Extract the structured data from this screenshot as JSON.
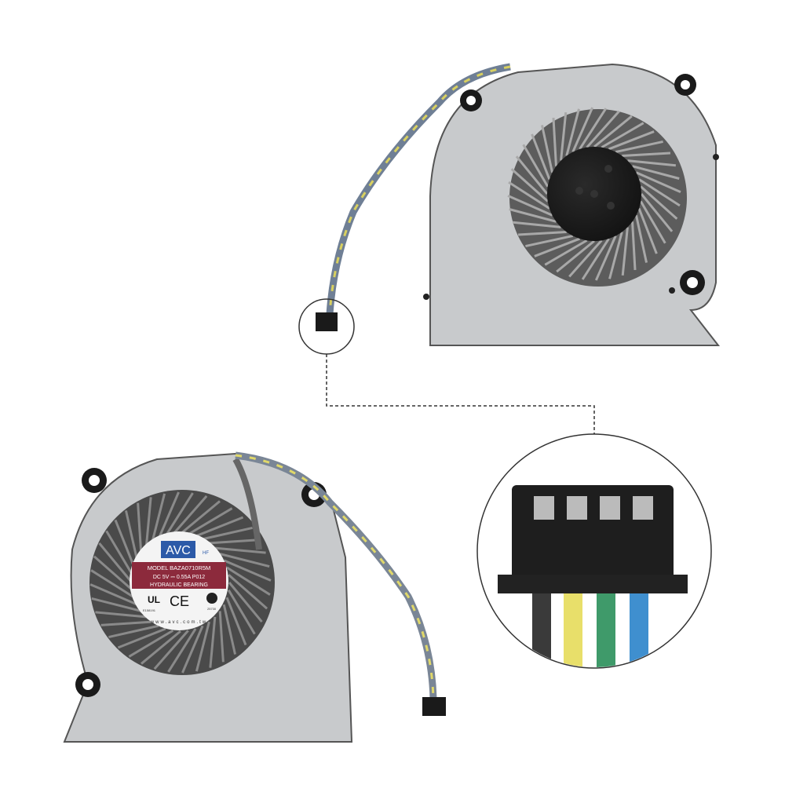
{
  "label": {
    "brand": "AVC",
    "hf_mark": "HF",
    "model": "MODEL  BAZA0710R5M",
    "rating": "DC 5V   ⎓  0.55A    P012",
    "bearing": "HYDRAULIC   BEARING",
    "ul_file": "E158191",
    "cert_no": "25730",
    "ce_mark": "CE",
    "ul_mark": "UL",
    "website": "www.avc.com.tw"
  },
  "colors": {
    "housing": "#c9cbcd",
    "blades": "#6b6b6b",
    "label_band": "#8c2a3c",
    "brand_blue": "#2c5aa8",
    "wire_black": "#3a3a3a",
    "wire_yellow": "#e8df6a",
    "wire_green": "#3f9a6a",
    "wire_blue": "#3f8fcf"
  },
  "icons": [
    "fan-top-view",
    "fan-label-view",
    "connector-4pin",
    "zoom-callout"
  ]
}
